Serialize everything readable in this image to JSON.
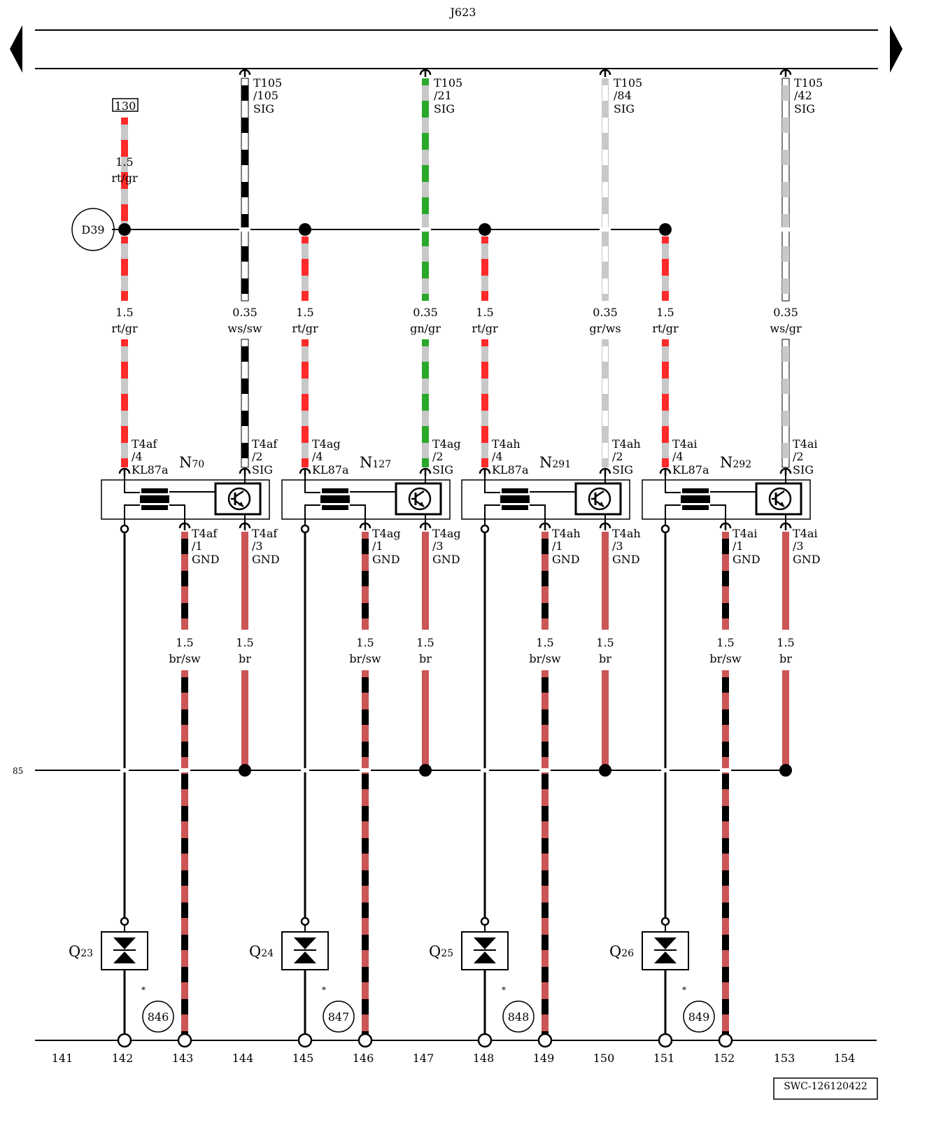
{
  "header": {
    "control_unit": "J623"
  },
  "terminal_30": "130",
  "connector_d": "D39",
  "terminal_85": "85",
  "ref_code": "SWC-126120422",
  "colors": {
    "rt": "#ff2a2a",
    "gr": "#c8c8c8",
    "sw": "#000000",
    "ws": "#ffffff",
    "gn": "#2aa82a",
    "br": "#cc5555"
  },
  "signal_pins": [
    {
      "conn": "T105",
      "pin": "/105",
      "sig": "SIG"
    },
    {
      "conn": "T105",
      "pin": "/21",
      "sig": "SIG"
    },
    {
      "conn": "T105",
      "pin": "/84",
      "sig": "SIG"
    },
    {
      "conn": "T105",
      "pin": "/42",
      "sig": "SIG"
    }
  ],
  "top_wire": {
    "size": "1.5",
    "color": "rt/gr"
  },
  "valves": [
    {
      "name": "N",
      "num": "70",
      "supply_wire": {
        "size": "1.5",
        "color": "rt/gr"
      },
      "signal_wire": {
        "size": "0.35",
        "color": "ws/sw"
      },
      "pin4": {
        "conn": "T4af",
        "pin": "/4",
        "sig": "KL87a"
      },
      "pin2": {
        "conn": "T4af",
        "pin": "/2",
        "sig": "SIG"
      },
      "pin1": {
        "conn": "T4af",
        "pin": "/1",
        "sig": "GND"
      },
      "pin3": {
        "conn": "T4af",
        "pin": "/3",
        "sig": "GND"
      },
      "gnd1_wire": {
        "size": "1.5",
        "color": "br/sw"
      },
      "gnd3_wire": {
        "size": "1.5",
        "color": "br"
      },
      "diode": {
        "name": "Q",
        "num": "23"
      },
      "ground": "846"
    },
    {
      "name": "N",
      "num": "127",
      "supply_wire": {
        "size": "1.5",
        "color": "rt/gr"
      },
      "signal_wire": {
        "size": "0.35",
        "color": "gn/gr"
      },
      "pin4": {
        "conn": "T4ag",
        "pin": "/4",
        "sig": "KL87a"
      },
      "pin2": {
        "conn": "T4ag",
        "pin": "/2",
        "sig": "SIG"
      },
      "pin1": {
        "conn": "T4ag",
        "pin": "/1",
        "sig": "GND"
      },
      "pin3": {
        "conn": "T4ag",
        "pin": "/3",
        "sig": "GND"
      },
      "gnd1_wire": {
        "size": "1.5",
        "color": "br/sw"
      },
      "gnd3_wire": {
        "size": "1.5",
        "color": "br"
      },
      "diode": {
        "name": "Q",
        "num": "24"
      },
      "ground": "847"
    },
    {
      "name": "N",
      "num": "291",
      "supply_wire": {
        "size": "1.5",
        "color": "rt/gr"
      },
      "signal_wire": {
        "size": "0.35",
        "color": "gr/ws"
      },
      "pin4": {
        "conn": "T4ah",
        "pin": "/4",
        "sig": "KL87a"
      },
      "pin2": {
        "conn": "T4ah",
        "pin": "/2",
        "sig": "SIG"
      },
      "pin1": {
        "conn": "T4ah",
        "pin": "/1",
        "sig": "GND"
      },
      "pin3": {
        "conn": "T4ah",
        "pin": "/3",
        "sig": "GND"
      },
      "gnd1_wire": {
        "size": "1.5",
        "color": "br/sw"
      },
      "gnd3_wire": {
        "size": "1.5",
        "color": "br"
      },
      "diode": {
        "name": "Q",
        "num": "25"
      },
      "ground": "848"
    },
    {
      "name": "N",
      "num": "292",
      "supply_wire": {
        "size": "1.5",
        "color": "rt/gr"
      },
      "signal_wire": {
        "size": "0.35",
        "color": "ws/gr"
      },
      "pin4": {
        "conn": "T4ai",
        "pin": "/4",
        "sig": "KL87a"
      },
      "pin2": {
        "conn": "T4ai",
        "pin": "/2",
        "sig": "SIG"
      },
      "pin1": {
        "conn": "T4ai",
        "pin": "/1",
        "sig": "GND"
      },
      "pin3": {
        "conn": "T4ai",
        "pin": "/3",
        "sig": "GND"
      },
      "gnd1_wire": {
        "size": "1.5",
        "color": "br/sw"
      },
      "gnd3_wire": {
        "size": "1.5",
        "color": "br"
      },
      "diode": {
        "name": "Q",
        "num": "26"
      },
      "ground": "849"
    }
  ],
  "track_numbers": [
    "141",
    "142",
    "143",
    "144",
    "145",
    "146",
    "147",
    "148",
    "149",
    "150",
    "151",
    "152",
    "153",
    "154"
  ]
}
